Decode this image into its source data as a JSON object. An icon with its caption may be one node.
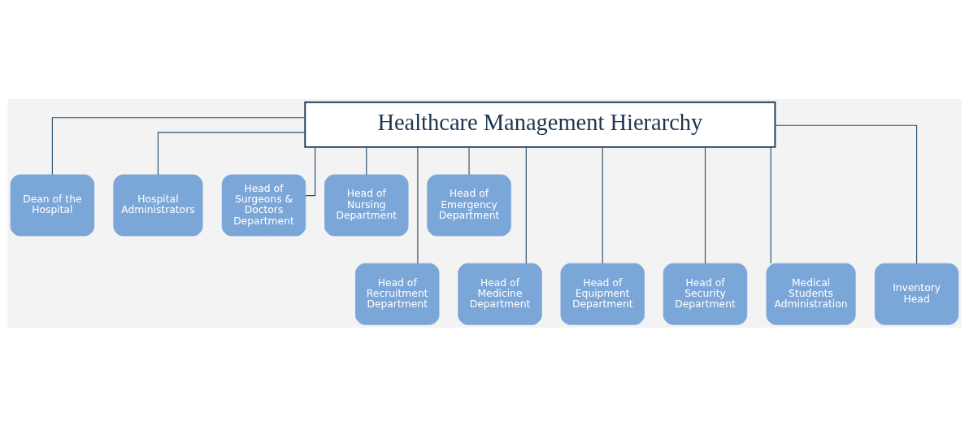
{
  "diagram": {
    "nodes": [
      {
        "text": [
          "Healthcare Management Hierarchy"
        ]
      },
      {
        "text": [
          "Dean of the Hospital"
        ]
      },
      {
        "text": [
          "Hospital Administrators"
        ]
      },
      {
        "text": [
          "Head of Surgeons & Doctors Department"
        ]
      },
      {
        "text": [
          "Head of Nursing Department"
        ]
      },
      {
        "text": [
          "Head of Emergency Department"
        ]
      },
      {
        "text": [
          "Head of Recruitment Department"
        ]
      },
      {
        "text": [
          "Head of Medicine Department"
        ]
      },
      {
        "text": [
          "Head of Equipment Department"
        ]
      },
      {
        "text": [
          "Head of Security Department"
        ]
      },
      {
        "text": [
          "Medical Students Administration"
        ]
      },
      {
        "text": [
          "Inventory Head"
        ]
      }
    ],
    "edges": [
      {
        "from": 0,
        "to": 1,
        "arrow": "none"
      },
      {
        "from": 0,
        "to": 2,
        "arrow": "none"
      },
      {
        "from": 0,
        "to": 3,
        "arrow": "none"
      },
      {
        "from": 0,
        "to": 4,
        "arrow": "none"
      },
      {
        "from": 0,
        "to": 5,
        "arrow": "none"
      },
      {
        "from": 0,
        "to": 6,
        "arrow": "none"
      },
      {
        "from": 0,
        "to": 7,
        "arrow": "none"
      },
      {
        "from": 0,
        "to": 8,
        "arrow": "none"
      },
      {
        "from": 0,
        "to": 9,
        "arrow": "none"
      },
      {
        "from": 0,
        "to": 10,
        "arrow": "none"
      },
      {
        "from": 0,
        "to": 11,
        "arrow": "none"
      }
    ]
  }
}
